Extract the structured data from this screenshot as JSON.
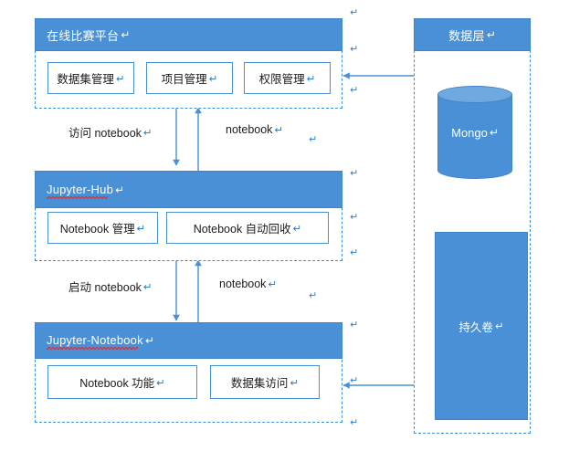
{
  "diagram": {
    "title_hint": "在线比赛平台 / Jupyter 架构图",
    "return_mark": "↵",
    "colors": {
      "accent_blue": "#4a90d6",
      "header_blue": "#4a90d6",
      "dash_blue": "#3e8ede",
      "cylinder_top": "#6fa9e0",
      "text_dark": "#1b1b1b",
      "text_light": "#ffffff",
      "spellcheck_red": "#e03131",
      "background": "#ffffff"
    }
  },
  "groups": {
    "platform": {
      "header": "在线比赛平台",
      "header_return": "↵",
      "nodes": [
        {
          "label": "数据集管理",
          "return": "↵"
        },
        {
          "label": "项目管理",
          "return": "↵"
        },
        {
          "label": "权限管理",
          "return": "↵"
        }
      ]
    },
    "hub": {
      "header": "Jupyter-Hub",
      "header_return": "↵",
      "spellcheck": true,
      "nodes": [
        {
          "label": "Notebook 管理",
          "return": "↵"
        },
        {
          "label": "Notebook 自动回收",
          "return": "↵"
        }
      ]
    },
    "notebook": {
      "header": "Jupyter-Notebook",
      "header_return": "↵",
      "spellcheck": true,
      "nodes": [
        {
          "label": "Notebook 功能",
          "return": "↵"
        },
        {
          "label": "数据集访问",
          "return": "↵"
        }
      ]
    },
    "data_layer": {
      "header": "数据层",
      "header_return": "↵",
      "nodes": [
        {
          "label": "Mongo",
          "return": "↵",
          "shape": "cylinder"
        },
        {
          "label": "持久卷",
          "return": "↵",
          "shape": "rectangle"
        }
      ]
    }
  },
  "edges": [
    {
      "id": "platform-to-hub-down",
      "label": "访问 notebook",
      "return": "↵",
      "direction": "down"
    },
    {
      "id": "hub-to-platform-up",
      "label": "notebook",
      "return": "↵",
      "direction": "up"
    },
    {
      "id": "hub-to-notebook-down",
      "label": "启动 notebook",
      "return": "↵",
      "direction": "down"
    },
    {
      "id": "notebook-to-hub-up",
      "label": "notebook",
      "return": "↵",
      "direction": "up"
    },
    {
      "id": "data-to-platform-left",
      "label": "",
      "return": "",
      "direction": "left"
    },
    {
      "id": "data-to-notebook-left",
      "label": "",
      "return": "",
      "direction": "left"
    }
  ],
  "paragraph_marks": {
    "glyph": "↵",
    "count": 11
  }
}
